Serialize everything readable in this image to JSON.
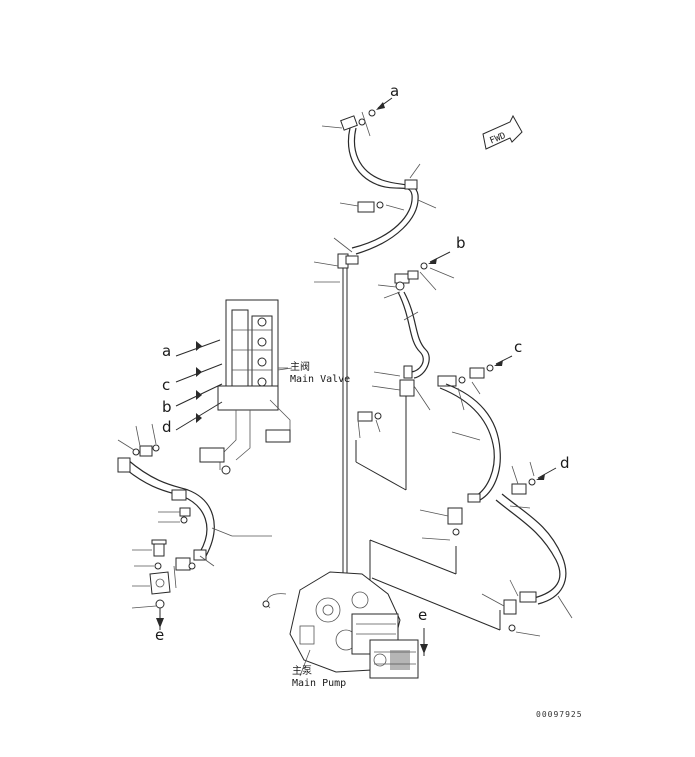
{
  "labels": {
    "a_top": "a",
    "b_right": "b",
    "c_right": "c",
    "d_right": "d",
    "a_valve": "a",
    "c_valve": "c",
    "b_valve": "b",
    "d_valve": "d",
    "e_left": "e",
    "e_center": "e"
  },
  "fwd_sign": "FWD",
  "main_valve": {
    "cn": "主阀",
    "en": "Main Valve"
  },
  "main_pump": {
    "cn": "主泵",
    "en": "Main Pump"
  },
  "drawing_code": "00097925"
}
